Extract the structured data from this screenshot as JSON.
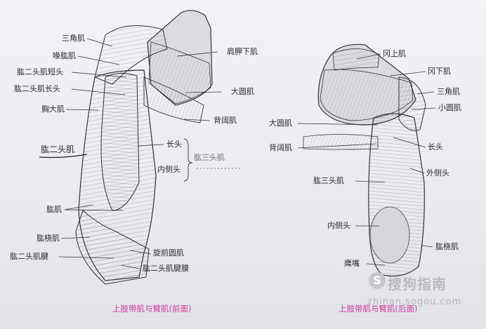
{
  "left_figure": {
    "labels": {
      "deltoid": "三角肌",
      "brachialis_upper": "喙肱肌",
      "biceps_short_head": "肱二头肌短头",
      "biceps_long_head": "肱二头肌长头",
      "pectoralis_major": "胸大肌",
      "biceps": "肱二头肌",
      "brachialis": "肱肌",
      "brachioradialis": "肱桡肌",
      "biceps_tendon": "肱二头肌腱",
      "subscapularis": "肩胛下肌",
      "teres_major": "大圆肌",
      "latissimus_dorsi": "背阔肌",
      "long_head": "长头",
      "triceps": "肱三头肌",
      "medial_head": "内侧头",
      "pronator_teres": "旋前圆肌",
      "bicipital_aponeurosis": "肱二头肌腱膜"
    },
    "caption": "上肢带肌与臂肌(前面)"
  },
  "right_figure": {
    "labels": {
      "supraspinatus": "冈上肌",
      "infraspinatus": "冈下肌",
      "deltoid": "三角肌",
      "teres_minor": "小圆肌",
      "teres_major": "大圆肌",
      "latissimus_dorsi": "背阔肌",
      "long_head": "长头",
      "lateral_head": "外侧头",
      "triceps": "肱三头肌",
      "medial_head": "内侧头",
      "brachioradialis": "肱桡肌",
      "olecranon": "鹰嘴"
    },
    "caption": "上肢带肌与臂肌(后面)"
  },
  "watermark": {
    "icon": "S",
    "brand": "搜狗指南",
    "url": "zhinan.sogou.com"
  }
}
